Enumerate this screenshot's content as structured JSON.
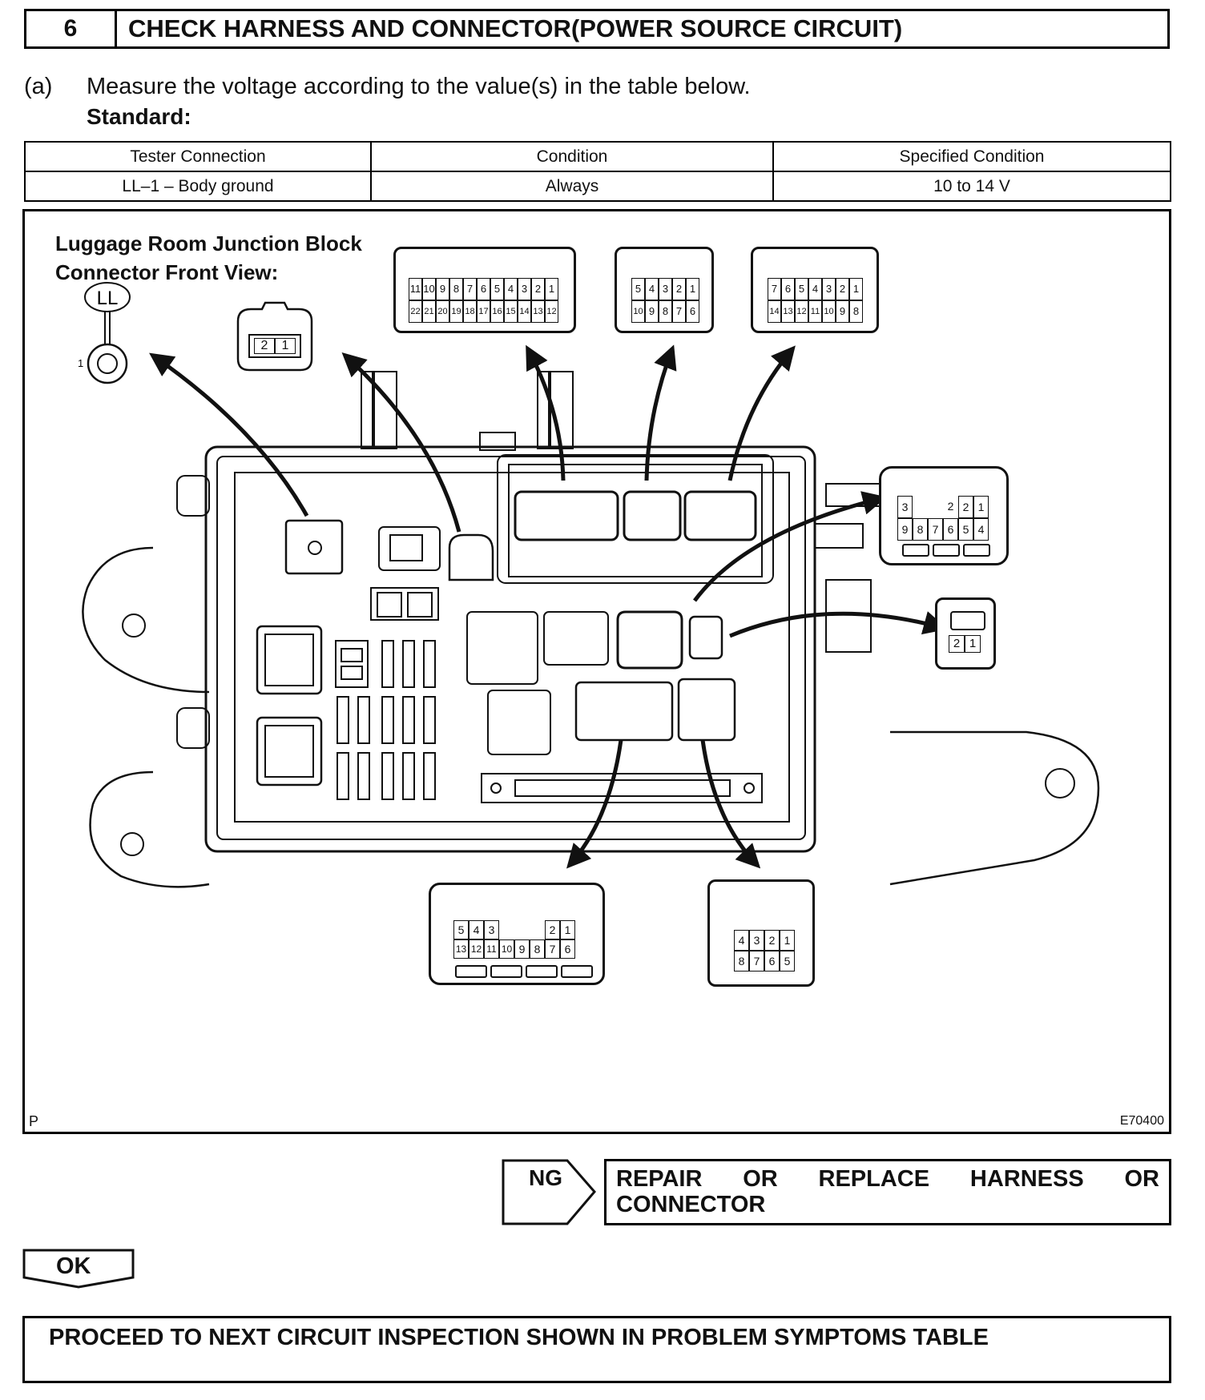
{
  "step": {
    "number": "6",
    "title": "CHECK HARNESS AND CONNECTOR(POWER SOURCE CIRCUIT)"
  },
  "instruction": {
    "letter": "(a)",
    "text": "Measure the voltage according to the value(s) in the table below.",
    "standard_label": "Standard:"
  },
  "spec_table": {
    "headers": [
      "Tester Connection",
      "Condition",
      "Specified Condition"
    ],
    "rows": [
      [
        "LL–1 – Body ground",
        "Always",
        "10 to 14 V"
      ]
    ]
  },
  "figure": {
    "title_line1": "Luggage Room Junction Block",
    "title_line2": "Connector Front View:",
    "connector_ll": {
      "label": "LL",
      "pin": "1"
    },
    "connector_2pin_top": [
      "2",
      "1"
    ],
    "connector_22pin": {
      "row1": [
        "11",
        "10",
        "9",
        "8",
        "7",
        "6",
        "5",
        "4",
        "3",
        "2",
        "1"
      ],
      "row2": [
        "22",
        "21",
        "20",
        "19",
        "18",
        "17",
        "16",
        "15",
        "14",
        "13",
        "12"
      ]
    },
    "connector_10pin": {
      "row1": [
        "5",
        "4",
        "3",
        "2",
        "1"
      ],
      "row2": [
        "10",
        "9",
        "8",
        "7",
        "6"
      ]
    },
    "connector_14pin": {
      "row1": [
        "7",
        "6",
        "5",
        "4",
        "3",
        "2",
        "1"
      ],
      "row2": [
        "14",
        "13",
        "12",
        "11",
        "10",
        "9",
        "8"
      ]
    },
    "connector_9pin": {
      "row1": [
        "3",
        "",
        "",
        "2",
        "1"
      ],
      "row2": [
        "9",
        "8",
        "7",
        "6",
        "5",
        "4"
      ]
    },
    "connector_2pin_right": [
      "2",
      "1"
    ],
    "connector_13pin": {
      "row1": [
        "5",
        "4",
        "3",
        "",
        "",
        "2",
        "1"
      ],
      "row2": [
        "13",
        "12",
        "11",
        "10",
        "9",
        "8",
        "7",
        "6"
      ]
    },
    "connector_8pin": {
      "row1": [
        "4",
        "3",
        "2",
        "1"
      ],
      "row2": [
        "8",
        "7",
        "6",
        "5"
      ]
    },
    "corner_mark": "P",
    "figure_code": "E70400"
  },
  "result_ng": {
    "label": "NG",
    "action": "REPAIR OR REPLACE HARNESS OR CONNECTOR"
  },
  "result_ok": {
    "label": "OK",
    "action": "PROCEED TO NEXT CIRCUIT INSPECTION SHOWN IN PROBLEM SYMPTOMS TABLE"
  }
}
